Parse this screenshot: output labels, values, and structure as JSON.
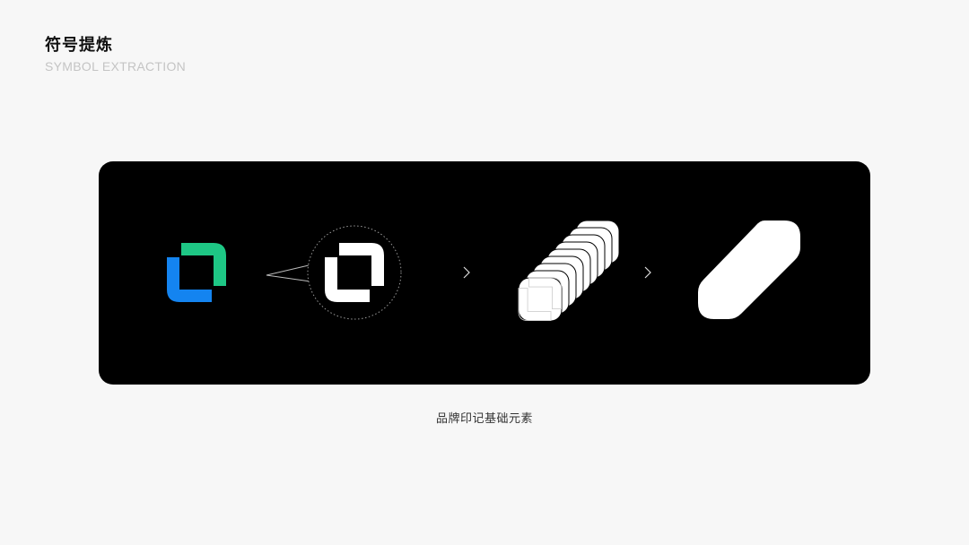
{
  "header": {
    "title": "符号提炼",
    "subtitle": "SYMBOL EXTRACTION"
  },
  "panel": {
    "steps": [
      {
        "icon": "brand-logo-icon",
        "role": "original colored logo mark"
      },
      {
        "icon": "logo-mark-magnified-icon",
        "role": "magnified monochrome mark in dotted circle"
      },
      {
        "icon": "chevron-right-icon"
      },
      {
        "icon": "extrusion-stack-icon",
        "role": "mark repeated diagonally"
      },
      {
        "icon": "chevron-right-icon"
      },
      {
        "icon": "diagonal-pill-shape-icon",
        "role": "extracted brand element"
      }
    ]
  },
  "caption": "品牌印记基础元素",
  "colors": {
    "background": "#f7f7f7",
    "panel": "#000000",
    "logo_green": "#1ec785",
    "logo_blue": "#1484f0",
    "white": "#ffffff",
    "title": "#111111",
    "subtitle": "#c4c4c4"
  }
}
